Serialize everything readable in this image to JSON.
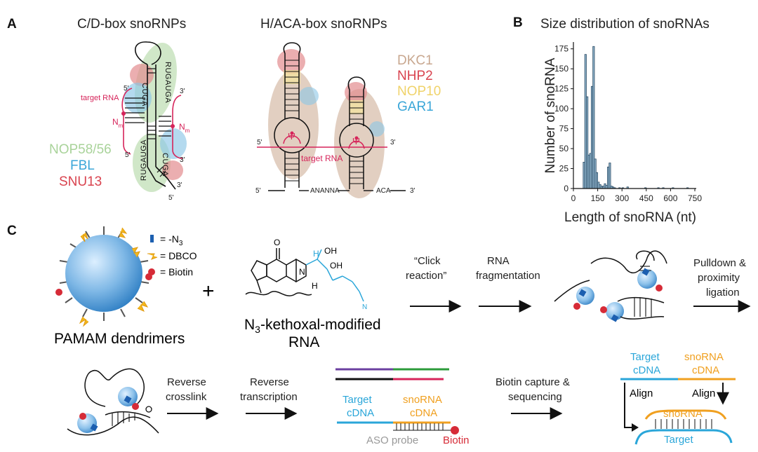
{
  "panel_a": {
    "label": "A",
    "cd_title": "C/D-box snoRNPs",
    "haca_title": "H/ACA-box snoRNPs",
    "cd_target": "target RNA",
    "nm_1": "N",
    "nm_2": "N",
    "nm_sub": "m",
    "five_prime": "5'",
    "three_prime": "3'",
    "seq_cuga": "CUGA",
    "seq_rugauga": "RUGAUGA",
    "cd_proteins": [
      {
        "name": "NOP58/56",
        "color": "#a9d39a"
      },
      {
        "name": "FBL",
        "color": "#3aa6d8"
      },
      {
        "name": "SNU13",
        "color": "#d9434f"
      }
    ],
    "haca_proteins": [
      {
        "name": "DKC1",
        "color": "#c8a78f"
      },
      {
        "name": "NHP2",
        "color": "#d9434f"
      },
      {
        "name": "NOP10",
        "color": "#f0d36a"
      },
      {
        "name": "GAR1",
        "color": "#3aa6d8"
      }
    ],
    "haca_target": "target RNA",
    "psi": "Ψ",
    "ananna": "ANANNA",
    "aca": "ACA"
  },
  "panel_b": {
    "label": "B"
  },
  "chart_data": {
    "type": "bar",
    "title": "Size distribution of snoRNAs",
    "xlabel": "Length of snoRNA (nt)",
    "ylabel": "Number of snoRNA",
    "xlim": [
      0,
      750
    ],
    "ylim": [
      0,
      180
    ],
    "xticks": [
      0,
      150,
      300,
      450,
      600,
      750
    ],
    "yticks": [
      0,
      25,
      50,
      75,
      100,
      125,
      150,
      175
    ],
    "bin_width": 10,
    "bins": [
      {
        "x": 60,
        "y": 33
      },
      {
        "x": 70,
        "y": 168
      },
      {
        "x": 80,
        "y": 115
      },
      {
        "x": 90,
        "y": 42
      },
      {
        "x": 100,
        "y": 44
      },
      {
        "x": 110,
        "y": 128
      },
      {
        "x": 120,
        "y": 178
      },
      {
        "x": 130,
        "y": 37
      },
      {
        "x": 140,
        "y": 20
      },
      {
        "x": 150,
        "y": 8
      },
      {
        "x": 160,
        "y": 5
      },
      {
        "x": 170,
        "y": 3
      },
      {
        "x": 180,
        "y": 3
      },
      {
        "x": 190,
        "y": 6
      },
      {
        "x": 200,
        "y": 4
      },
      {
        "x": 210,
        "y": 27
      },
      {
        "x": 220,
        "y": 32
      },
      {
        "x": 230,
        "y": 3
      },
      {
        "x": 240,
        "y": 2
      },
      {
        "x": 250,
        "y": 1
      },
      {
        "x": 280,
        "y": 1
      },
      {
        "x": 300,
        "y": 1
      },
      {
        "x": 330,
        "y": 2
      },
      {
        "x": 440,
        "y": 1
      },
      {
        "x": 520,
        "y": 1
      },
      {
        "x": 550,
        "y": 1
      },
      {
        "x": 610,
        "y": 1
      },
      {
        "x": 700,
        "y": 1
      }
    ],
    "bar_color": "#8fb4cc",
    "grid": false
  },
  "panel_c": {
    "label": "C",
    "legend": {
      "azide": "= -N",
      "azide_sub": "3",
      "dbco": "= DBCO",
      "biotin": "= Biotin"
    },
    "dendrimer_label": "PAMAM dendrimers",
    "plus": "+",
    "rna_label_pre": "N",
    "rna_label_sub": "3",
    "rna_label_post": "-kethoxal-modified",
    "rna_label_line2": "RNA",
    "chem": {
      "o": "O",
      "oh1": "OH",
      "oh2": "OH",
      "h": "H",
      "n": "N",
      "nh": "H",
      "n3": "N"
    },
    "step_click_1": "“Click",
    "step_click_2": "reaction”",
    "step_frag_1": "RNA",
    "step_frag_2": "fragmentation",
    "step_pull_1": "Pulldown &",
    "step_pull_2": "proximity",
    "step_pull_3": "ligation",
    "step_rev_1": "Reverse",
    "step_rev_2": "crosslink",
    "step_rt_1": "Reverse",
    "step_rt_2": "transcription",
    "target_cdna_1": "Target",
    "target_cdna_2": "cDNA",
    "sno_cdna_1": "snoRNA",
    "sno_cdna_2": "cDNA",
    "aso_probe": "ASO probe",
    "biotin_word": "Biotin",
    "step_seq_1": "Biotin capture &",
    "step_seq_2": "sequencing",
    "align_1": "Align",
    "align_2": "Align",
    "snorna_word": "snoRNA",
    "target_word": "Target"
  }
}
